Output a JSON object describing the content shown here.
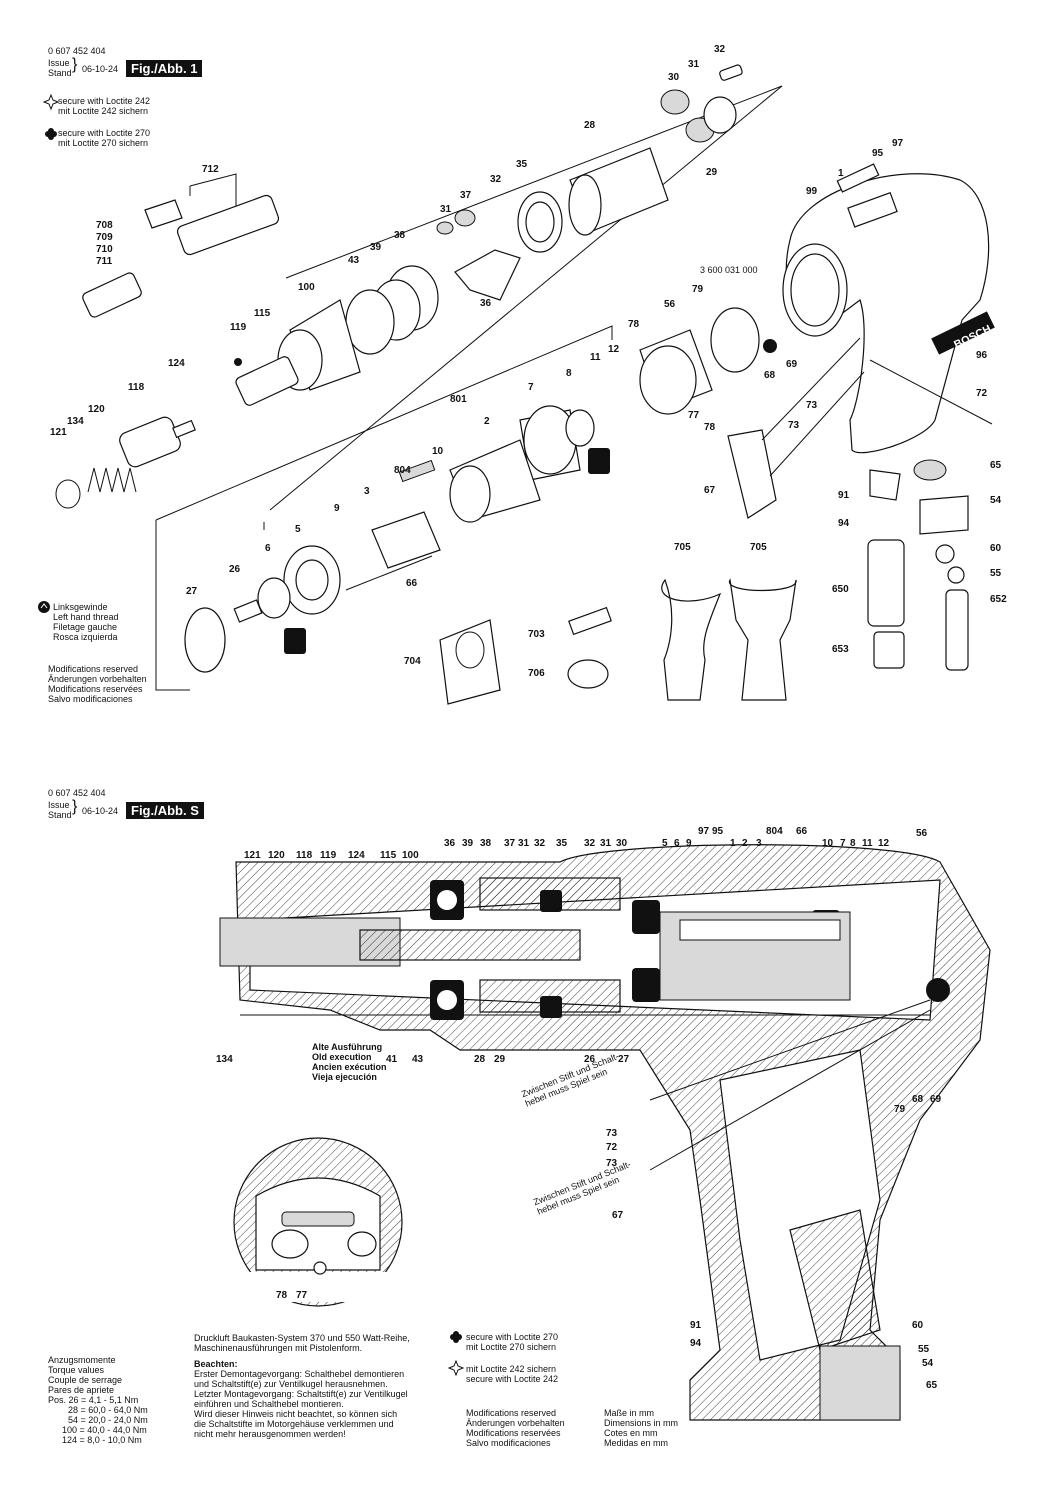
{
  "fig1": {
    "part_no": "0 607 452 404",
    "issue_label": "Issue",
    "stand_label": "Stand",
    "date": "06-10-24",
    "fig_label": "Fig./Abb. 1",
    "legend": [
      {
        "icon": "loctite-242-icon",
        "lines": [
          "secure with Loctite 242",
          "mit Loctite 242 sichern"
        ]
      },
      {
        "icon": "loctite-270-icon",
        "lines": [
          "secure with Loctite 270",
          "mit Loctite 270 sichern"
        ]
      }
    ],
    "left_hand": [
      "Linksgewinde",
      "Left hand thread",
      "Filetage gauche",
      "Rosca izquierda"
    ],
    "modifications": [
      "Modifications reserved",
      "Änderungen vorbehalten",
      "Modifications reservées",
      "Salvo modificaciones"
    ],
    "ref_number": "3 600 031 000",
    "brand": "BOSCH",
    "part_labels": [
      "32",
      "31",
      "30",
      "28",
      "29",
      "97",
      "95",
      "1",
      "99",
      "35",
      "37",
      "32",
      "31",
      "712",
      "708",
      "709",
      "710",
      "711",
      "38",
      "39",
      "43",
      "36",
      "100",
      "115",
      "119",
      "124",
      "118",
      "120",
      "134",
      "121",
      "56",
      "79",
      "78",
      "12",
      "11",
      "8",
      "7",
      "2",
      "801",
      "10",
      "804",
      "3",
      "9",
      "5",
      "6",
      "26",
      "27",
      "66",
      "77",
      "78",
      "73",
      "73",
      "96",
      "72",
      "68",
      "69",
      "65",
      "67",
      "91",
      "54",
      "94",
      "60",
      "55",
      "650",
      "652",
      "653",
      "705",
      "705",
      "703",
      "704",
      "706"
    ]
  },
  "figS": {
    "part_no": "0 607 452 404",
    "issue_label": "Issue",
    "stand_label": "Stand",
    "date": "06-10-24",
    "fig_label": "Fig./Abb. S",
    "old_execution": [
      "Alte Ausführung",
      "Old execution",
      "Ancien exécution",
      "Vieja ejecución"
    ],
    "callout_1": [
      "Zwischen Stift und Schalt-",
      "hebel muss Spiel sein"
    ],
    "callout_2": [
      "Zwischen Stift und Schalt-",
      "hebel muss Spiel sein"
    ],
    "torque": {
      "heading": [
        "Anzugsmomente",
        "Torque values",
        "Couple de serrage",
        "Pares de apriete"
      ],
      "rows": [
        "Pos. 26 =   4,1 -   5,1 Nm",
        "28 = 60,0 - 64,0 Nm",
        "54 = 20,0 - 24,0 Nm",
        "100 = 40,0 - 44,0 Nm",
        "124 =   8,0 - 10,0 Nm"
      ]
    },
    "system_note": [
      "Druckluft Baukasten-System 370 und 550 Watt-Reihe,",
      "Maschinenausführungen mit Pistolenform."
    ],
    "beachten_title": "Beachten:",
    "beachten": [
      "Erster Demontagevorgang: Schalthebel demontieren",
      "und Schaltstift(e) zur Ventilkugel herausnehmen.",
      "Letzter Montagevorgang: Schaltstift(e) zur Ventilkugel",
      "einführen und Schalthebel montieren.",
      "Wird dieser Hinweis nicht beachtet, so können sich",
      "die Schaltstifte im Motorgehäuse verklemmen und",
      "nicht mehr herausgenommen werden!"
    ],
    "loctite_270": [
      "secure with Loctite 270",
      "mit Loctite 270 sichern"
    ],
    "loctite_242": [
      "mit Loctite 242 sichern",
      "secure with Loctite 242"
    ],
    "modifications": [
      "Modifications reserved",
      "Änderungen vorbehalten",
      "Modifications reservées",
      "Salvo modificaciones"
    ],
    "dimensions": [
      "Maße in mm",
      "Dimensions in mm",
      "Cotes en mm",
      "Medidas en mm"
    ],
    "top_labels": [
      "121",
      "120",
      "118",
      "119",
      "124",
      "115",
      "100",
      "36",
      "39",
      "38",
      "37",
      "31",
      "32",
      "35",
      "32",
      "31",
      "30",
      "5",
      "6",
      "9",
      "97",
      "95",
      "1",
      "2",
      "3",
      "804",
      "66",
      "10",
      "7",
      "8",
      "11",
      "12",
      "56"
    ],
    "bottom_labels": [
      "134",
      "41",
      "43",
      "28",
      "29",
      "26",
      "27",
      "79",
      "68",
      "69",
      "73",
      "72",
      "73",
      "67",
      "78",
      "77",
      "91",
      "94",
      "60",
      "55",
      "54",
      "65"
    ]
  }
}
